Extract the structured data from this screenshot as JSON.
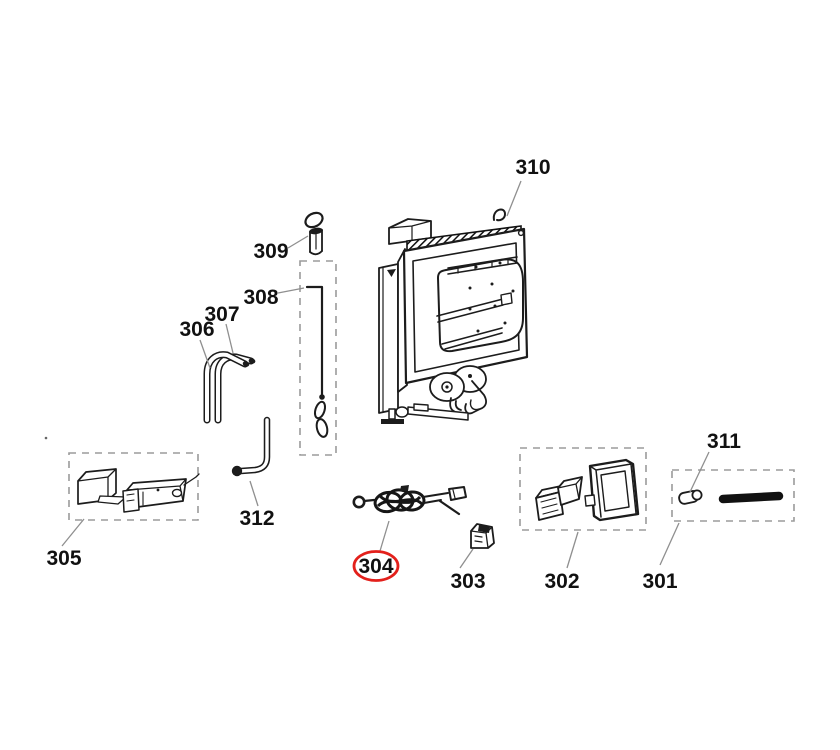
{
  "highlight": {
    "color": "#e3201b",
    "part_label": "304"
  },
  "parts": {
    "p301": {
      "label": "301"
    },
    "p302": {
      "label": "302"
    },
    "p303": {
      "label": "303"
    },
    "p304": {
      "label": "304"
    },
    "p305": {
      "label": "305"
    },
    "p306": {
      "label": "306"
    },
    "p307": {
      "label": "307"
    },
    "p308": {
      "label": "308"
    },
    "p309": {
      "label": "309"
    },
    "p310": {
      "label": "310"
    },
    "p311": {
      "label": "311"
    },
    "p312": {
      "label": "312"
    }
  }
}
